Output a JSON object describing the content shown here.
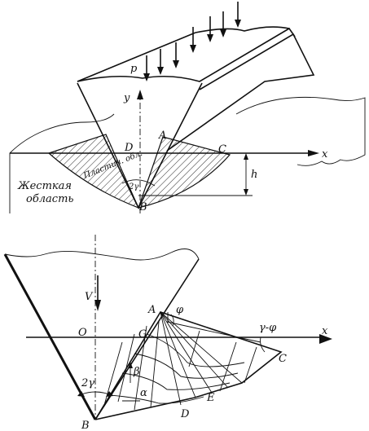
{
  "top_figure": {
    "labels": {
      "p": "p",
      "y": "y",
      "x": "x",
      "A": "A",
      "B": "B",
      "C": "C",
      "D": "D",
      "h": "h",
      "angle": "2γ",
      "plastic_zone": "Пластич. обл.",
      "rigid_zone_line1": "Жесткая",
      "rigid_zone_line2": "область"
    }
  },
  "bottom_figure": {
    "labels": {
      "V": "V",
      "O": "O",
      "G": "G",
      "A": "A",
      "B": "B",
      "C": "C",
      "D": "D",
      "E": "E",
      "x": "x",
      "phi": "φ",
      "gamma_minus_phi": "γ-φ",
      "alpha": "α",
      "beta": "β",
      "angle": "2γ"
    }
  }
}
